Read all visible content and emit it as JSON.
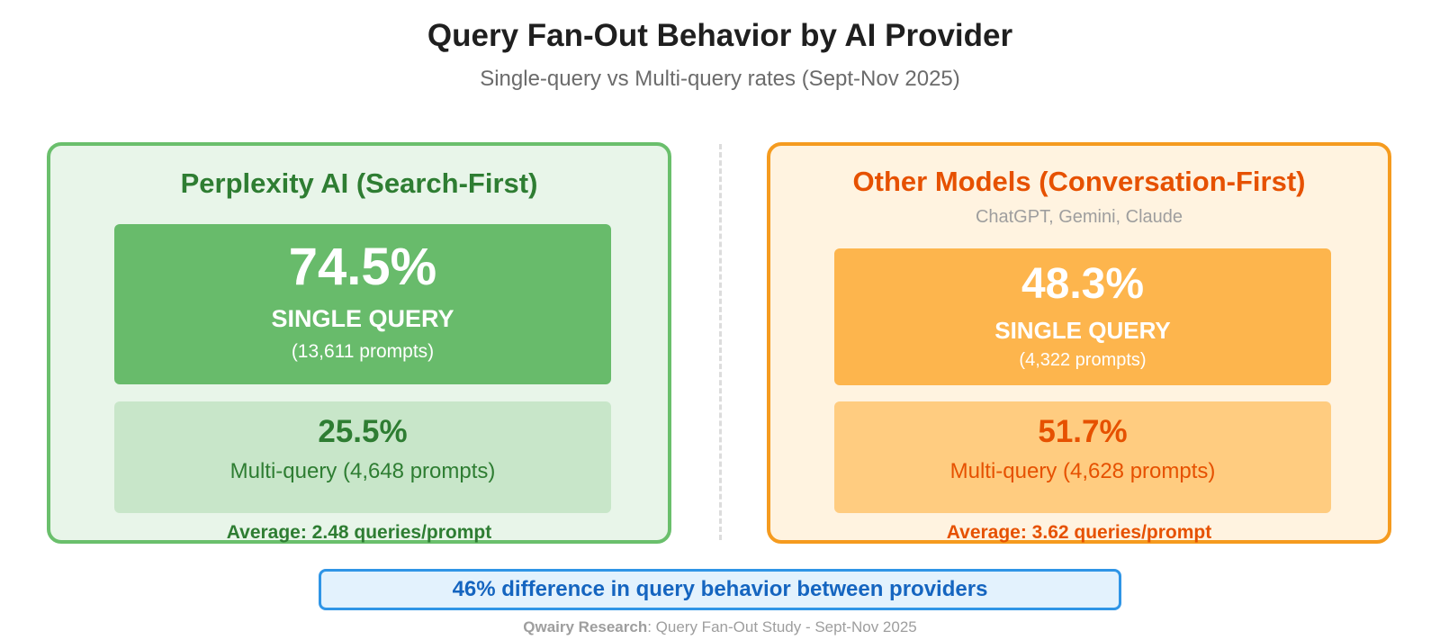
{
  "chart_data": {
    "type": "table",
    "title": "Query Fan-Out Behavior by AI Provider",
    "subtitle": "Single-query vs Multi-query rates (Sept-Nov 2025)",
    "panels": [
      {
        "name": "Perplexity AI (Search-First)",
        "subtitle": "",
        "single_query_pct": "74.5%",
        "single_query_label": "SINGLE QUERY",
        "single_query_count": "(13,611 prompts)",
        "multi_query_pct": "25.5%",
        "multi_query_label": "Multi-query (4,648 prompts)",
        "average": "Average: 2.48 queries/prompt",
        "colors": {
          "accent": "#2e7d32",
          "border": "#6abf6c",
          "primary_box": "#68bb6b",
          "secondary_box": "#c8e6c9",
          "background": "#e8f5e9"
        }
      },
      {
        "name": "Other Models (Conversation-First)",
        "subtitle": "ChatGPT, Gemini, Claude",
        "single_query_pct": "48.3%",
        "single_query_label": "SINGLE QUERY",
        "single_query_count": "(4,322 prompts)",
        "multi_query_pct": "51.7%",
        "multi_query_label": "Multi-query (4,628 prompts)",
        "average": "Average: 3.62 queries/prompt",
        "colors": {
          "accent": "#e65100",
          "border": "#f59b1f",
          "primary_box": "#fdb54d",
          "secondary_box": "#ffcc80",
          "background": "#fff3e0"
        }
      }
    ],
    "callout": "46% difference in query behavior between providers",
    "footer": {
      "brand": "Qwairy Research",
      "text": ": Query Fan-Out Study - Sept-Nov 2025"
    }
  }
}
